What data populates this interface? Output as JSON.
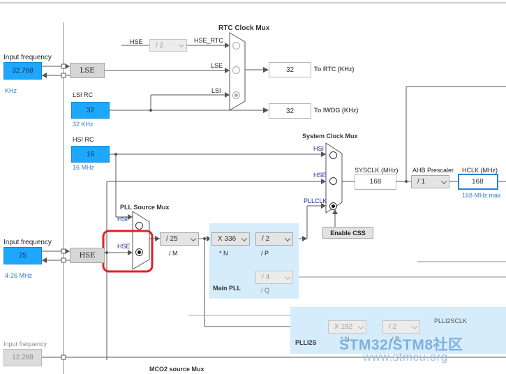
{
  "lse_section": {
    "input_label": "Input frequency",
    "value": "32.768",
    "unit": "KHz",
    "osc_label": "LSE"
  },
  "lsi": {
    "label": "LSI RC",
    "value": "32",
    "unit": "32 KHz"
  },
  "hsi": {
    "label": "HSI RC",
    "value": "16",
    "unit": "16 MHz"
  },
  "hse_section": {
    "input_label": "Input frequency",
    "value": "25",
    "range": "4-26 MHz",
    "osc_label": "HSE"
  },
  "i2s_input": {
    "label": "Input frequency",
    "value": "12.288"
  },
  "rtc_mux": {
    "title": "RTC Clock Mux",
    "hse_label": "HSE",
    "div_value": "/ 2",
    "hse_rtc_label": "HSE_RTC",
    "lse_label": "LSE",
    "lsi_label": "LSI"
  },
  "rtc_out": {
    "value": "32",
    "label": "To RTC (KHz)"
  },
  "iwdg_out": {
    "value": "32",
    "label": "To IWDG (KHz)"
  },
  "sys_mux": {
    "title": "System Clock Mux",
    "hsi_label": "HSI",
    "hse_label": "HSE",
    "pllclk_label": "PLLCLK"
  },
  "sysclk": {
    "label": "SYSCLK (MHz)",
    "value": "168"
  },
  "ahb": {
    "label": "AHB Prescaler",
    "value": "/ 1"
  },
  "hclk": {
    "label": "HCLK (MHz)",
    "value": "168",
    "max": "168 MHz max"
  },
  "enable_css": "Enable CSS",
  "pll_source_mux": {
    "title": "PLL Source Mux",
    "hsi_label": "HSI",
    "hse_label": "HSE"
  },
  "pll_m": {
    "value": "/ 25",
    "label": "/ M"
  },
  "main_pll": {
    "title": "Main PLL",
    "n_value": "X 336",
    "n_label": "* N",
    "p_value": "/ 2",
    "p_label": "/ P",
    "q_value": "/ 4",
    "q_label": "/ Q"
  },
  "plli2s": {
    "title": "PLLI2S",
    "n_value": "X 192",
    "n_label": "* N",
    "r_value": "/ 2",
    "r_label": "/ R",
    "out_label": "PLLI2SCLK"
  },
  "mco2_label": "MCO2 source Mux",
  "watermark": {
    "main": "STM32/STM8社区",
    "url": "www.stmcu.org"
  },
  "colors": {
    "input_blue": "#1ea7ff",
    "highlight_red": "#e0202a",
    "pll_panel": "#d5ecfb"
  }
}
